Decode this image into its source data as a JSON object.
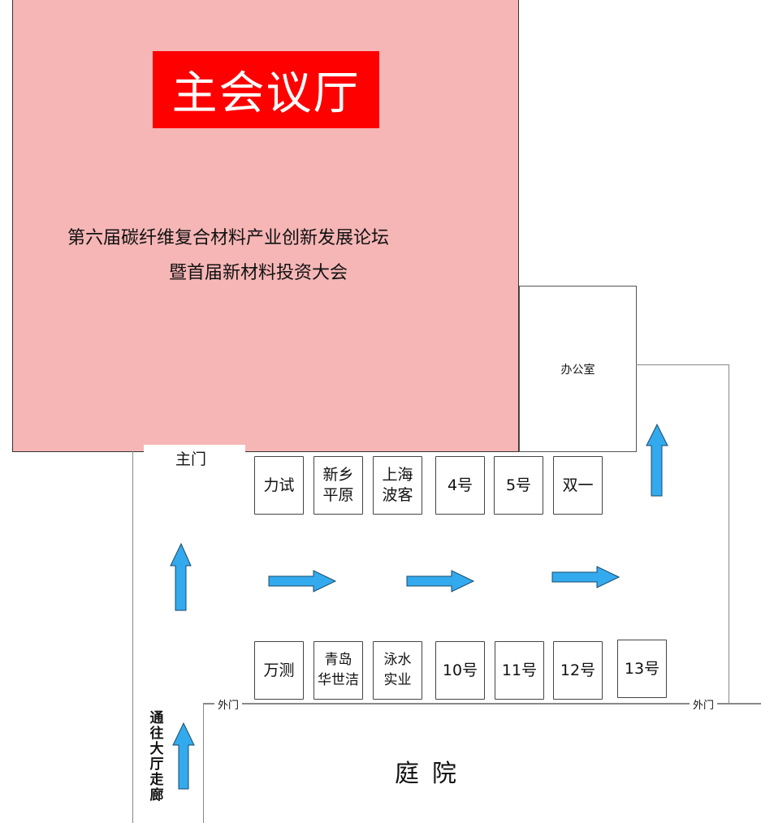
{
  "main_hall": {
    "title": "主会议厅",
    "subtitle_line1": "第六届碳纤维复合材料产业创新发展论坛",
    "subtitle_line2": "暨首届新材料投资大会"
  },
  "main_gate_label": "主门",
  "office_label": "办公室",
  "outer_gate_label_left": "外门",
  "outer_gate_label_right": "外门",
  "corridor_label": "通往大厅走廊",
  "courtyard_label": "庭院",
  "booths_top": [
    {
      "line1": "力试",
      "line2": ""
    },
    {
      "line1": "新乡",
      "line2": "平原"
    },
    {
      "line1": "上海",
      "line2": "波客"
    },
    {
      "line1": "4号",
      "line2": ""
    },
    {
      "line1": "5号",
      "line2": ""
    },
    {
      "line1": "双一",
      "line2": ""
    }
  ],
  "booths_bottom": [
    {
      "line1": "万测",
      "line2": ""
    },
    {
      "line1": "青岛",
      "line2": "华世洁"
    },
    {
      "line1": "泳水",
      "line2": "实业"
    },
    {
      "line1": "10号",
      "line2": ""
    },
    {
      "line1": "11号",
      "line2": ""
    },
    {
      "line1": "12号",
      "line2": ""
    },
    {
      "line1": "13号",
      "line2": ""
    }
  ],
  "colors": {
    "hall": "#f6b6b6",
    "title_bg": "#ff0000",
    "arrow": "#33aaee"
  }
}
